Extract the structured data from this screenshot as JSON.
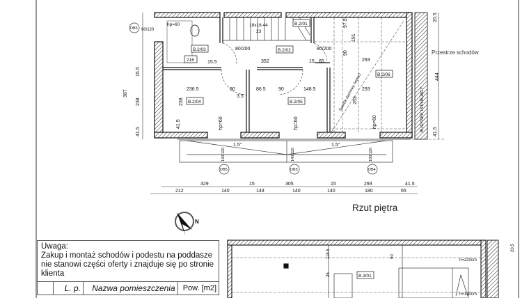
{
  "drawing_title": "Rzut piętra",
  "north_label": "N",
  "rooms": {
    "bath": "B.2/03",
    "corridor": "B.2/02",
    "stair_room": "B.2/01",
    "room4": "B.2/04",
    "room5": "B.2/05",
    "room6": "B.2/06",
    "attic": "B.3/01"
  },
  "stairs_label": "18x18.44",
  "stairs_sub": "23",
  "bath_tag": "hp=60",
  "bath_box": "216",
  "window_tags": [
    "DB6",
    "DB5",
    "DB5",
    "DB4"
  ],
  "window_dims": [
    "140/120",
    "140/120",
    "180/120"
  ],
  "window_dim_left": "90/120",
  "door_dims": [
    "80/200",
    "80/200"
  ],
  "interior_dims": [
    "15.5",
    "352",
    "15",
    "65",
    "236.5",
    "90",
    "86.5",
    "90",
    "148.5",
    "238",
    "41.5",
    "3.5",
    "97.5",
    "191",
    "90",
    "293",
    "293",
    "253",
    "hp=60",
    "hp=60",
    "hp=60"
  ],
  "slope_labels": [
    "1.5°",
    "1.5°"
  ],
  "diag_label": "Świetlik dachowy (wyłaz)",
  "left_dims": [
    "387",
    "15.5",
    "238",
    "41.5"
  ],
  "right_dims": [
    "20.5",
    "444",
    "41.5"
  ],
  "existing_building": "BUDYNEK ISTNIEJĄCY",
  "stair_space_note": "Przestrze schodów",
  "dim_row1": [
    "329",
    "15",
    "305",
    "15",
    "293",
    "41.5"
  ],
  "dim_row2": [
    "212",
    "140",
    "143",
    "140",
    "140",
    "180",
    "65"
  ],
  "note": {
    "heading": "Uwaga:",
    "text": "Zakup i montaż schodów i podestu na poddasze nie stanowi części oferty i znajduje się po stronie klienta"
  },
  "table": {
    "headers": [
      "",
      "L. p.",
      "Nazwa pomieszczenia",
      "Pow. [m2]"
    ]
  },
  "attic_dims": [
    "20.5",
    "118.5",
    "90",
    "h=220cm",
    "h=140cm",
    "25"
  ]
}
